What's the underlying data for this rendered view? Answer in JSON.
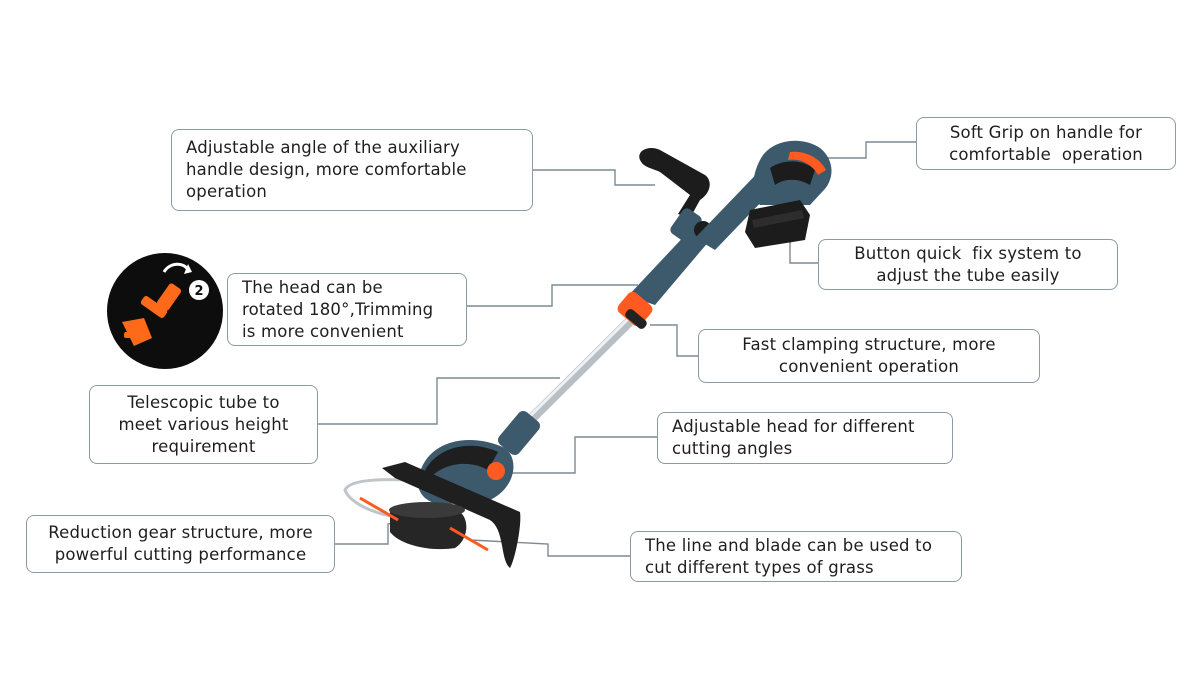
{
  "callouts": {
    "auxiliary_handle": {
      "lines": [
        "Adjustable angle of the auxiliary",
        "handle design, more comfortable",
        "operation"
      ]
    },
    "soft_grip": {
      "lines": [
        "Soft Grip on handle for",
        "comfortable  operation"
      ]
    },
    "rotating_head": {
      "lines": [
        "The head can be",
        "rotated 180°,Trimming",
        "is more convenient"
      ]
    },
    "button_fix": {
      "lines": [
        "Button quick  fix system to",
        "adjust the tube easily"
      ]
    },
    "fast_clamping": {
      "lines": [
        "Fast clamping structure, more",
        "convenient operation"
      ]
    },
    "telescopic_tube": {
      "lines": [
        "Telescopic tube to",
        "meet various height",
        "requirement"
      ]
    },
    "adjustable_head": {
      "lines": [
        "Adjustable head for different",
        "cutting angles"
      ]
    },
    "reduction_gear": {
      "lines": [
        "Reduction gear structure, more",
        "powerful cutting performance"
      ]
    },
    "line_blade": {
      "lines": [
        "The line and blade can be used to",
        "cut different types of grass"
      ]
    }
  },
  "step_badge": {
    "number": "2"
  },
  "colors": {
    "tool_body": "#3d5a6c",
    "accent": "#ff5a1f",
    "dark": "#1c1c1c",
    "connector": "#7d8a95",
    "box_border": "#8c9aa6"
  },
  "icons": {
    "rotation_inset": "head-rotation-icon",
    "rotate_arrow": "rotate-arrow-icon"
  }
}
